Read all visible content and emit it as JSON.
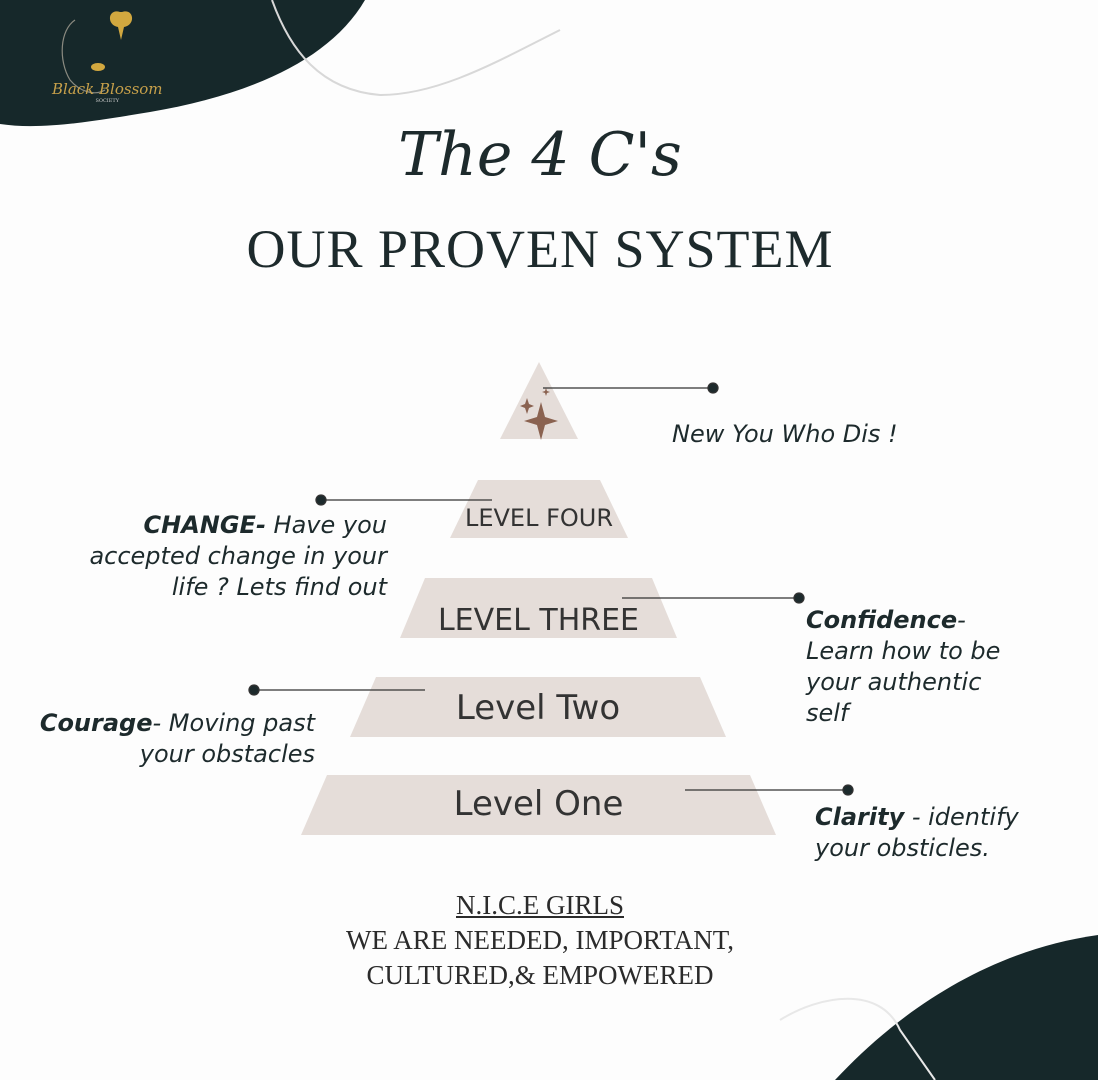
{
  "brand": {
    "name": "Black Blossom",
    "tagline": "SOCIETY"
  },
  "title": "The 4 C's",
  "subtitle": "OUR PROVEN SYSTEM",
  "pyramid": {
    "top_label": "New You Who Dis !",
    "levels": [
      {
        "label": "LEVEL FOUR",
        "term": "CHANGE-",
        "desc_lines": [
          " Have you",
          "accepted change in your",
          "life ? Lets find out"
        ]
      },
      {
        "label": "LEVEL THREE",
        "term": "Confidence",
        "desc_lines": [
          "-",
          "Learn how to be",
          "your authentic",
          "self"
        ]
      },
      {
        "label": "Level Two",
        "term": "Courage",
        "desc_lines": [
          "- Moving past",
          "your obstacles"
        ]
      },
      {
        "label": "Level One",
        "term": "Clarity",
        "desc_lines": [
          " - identify",
          "your obsticles."
        ]
      }
    ]
  },
  "footer": {
    "heading": "N.I.C.E GIRLS",
    "line1": "WE ARE NEEDED, IMPORTANT,",
    "line2": "CULTURED,& EMPOWERED"
  },
  "colors": {
    "dark": "#16282a",
    "pyramid": "#e5ddd9",
    "star": "#8a6250",
    "gold": "#c7a04a"
  }
}
